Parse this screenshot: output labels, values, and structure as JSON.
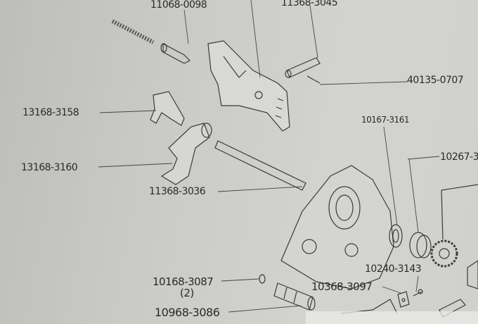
{
  "diagram": {
    "title": "Exploded parts diagram (gearbox selector components)",
    "part_labels": [
      {
        "id": "p1",
        "text": "11068-0098"
      },
      {
        "id": "p2",
        "text": "11368-3045"
      },
      {
        "id": "p3",
        "text": "40135-0707"
      },
      {
        "id": "p4",
        "text": "13168-3158"
      },
      {
        "id": "p5",
        "text": "10167-3161"
      },
      {
        "id": "p6",
        "text": "10267-3"
      },
      {
        "id": "p7",
        "text": "13168-3160"
      },
      {
        "id": "p8",
        "text": "11368-3036"
      },
      {
        "id": "p9",
        "text": "10240-3143"
      },
      {
        "id": "p10",
        "text": "10168-3087"
      },
      {
        "id": "p10q",
        "text": "(2)"
      },
      {
        "id": "p11",
        "text": "10368-3097"
      },
      {
        "id": "p12",
        "text": "10968-3086"
      }
    ],
    "colors": {
      "paper": "#cacac6",
      "ink": "#2a2a2a"
    }
  }
}
